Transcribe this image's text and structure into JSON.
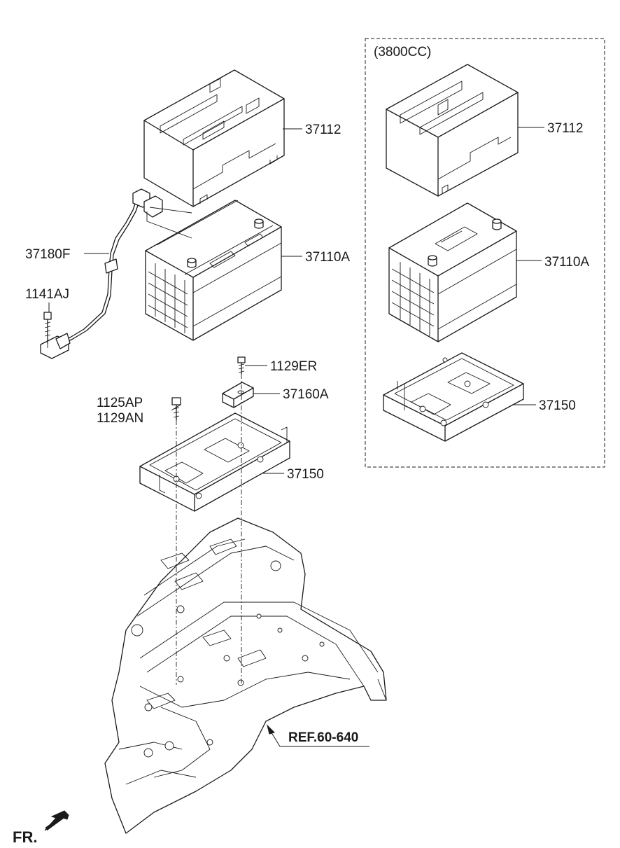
{
  "variant_box": {
    "label": "(3800CC)"
  },
  "parts": {
    "cover_main": "37112",
    "battery_main": "37110A",
    "cable": "37180F",
    "cable_bolt": "1141AJ",
    "bolt_top": "1129ER",
    "clamp": "37160A",
    "bolt_side_1": "1125AP",
    "bolt_side_2": "1129AN",
    "tray_main": "37150",
    "cover_3800": "37112",
    "battery_3800": "37110A",
    "tray_3800": "37150"
  },
  "reference": {
    "label": "REF.60-640"
  },
  "direction": {
    "label": "FR."
  },
  "icons": [
    "arrow-icon",
    "front-direction-arrow-icon"
  ]
}
